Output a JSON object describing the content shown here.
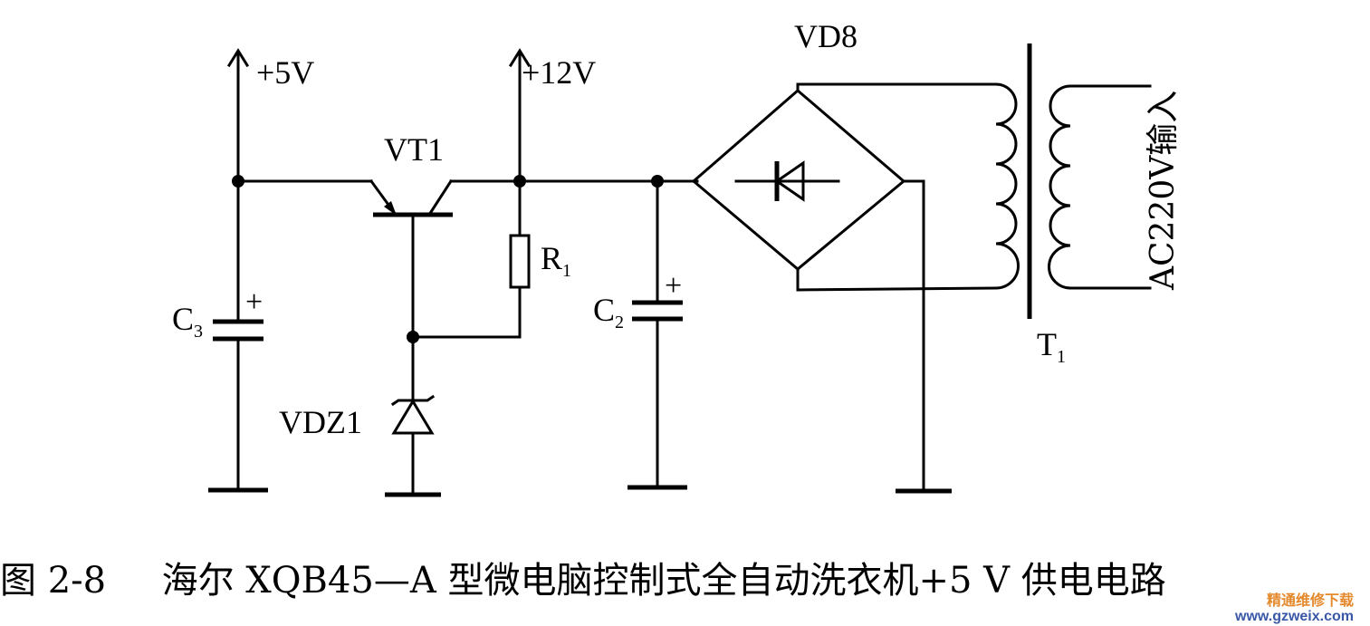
{
  "labels": {
    "v5": "+5V",
    "v12": "+12V",
    "vt1": "VT1",
    "vd8": "VD8",
    "r1": "R",
    "r1_sub": "1",
    "c3": "C",
    "c3_sub": "3",
    "c2": "C",
    "c2_sub": "2",
    "vdz1": "VDZ1",
    "t1": "T",
    "t1_sub": "1",
    "ac_input": "AC220V输入",
    "plus_c3": "+",
    "plus_c2": "+"
  },
  "caption": {
    "figure_no": "图 2-8",
    "title": "海尔 XQB45—A 型微电脑控制式全自动洗衣机+5 V 供电电路"
  },
  "watermark": {
    "line1": "精通维修下载",
    "line2": "www.gzweix.com"
  }
}
